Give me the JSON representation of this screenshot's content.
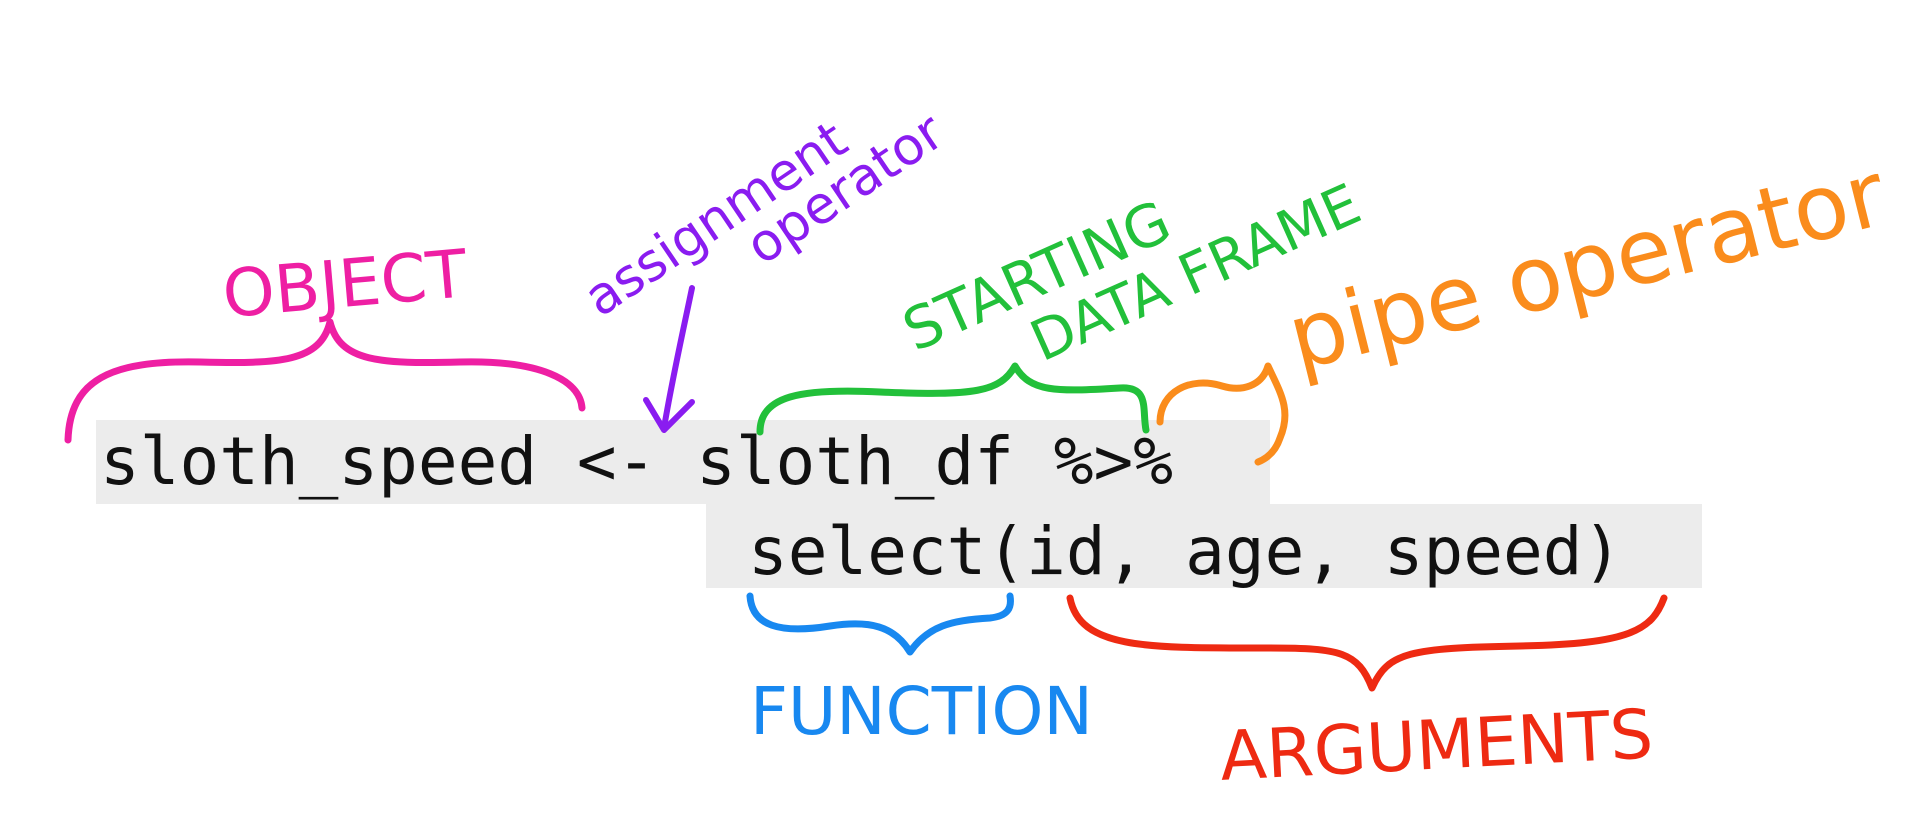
{
  "code": {
    "line1": {
      "object": "sloth_speed",
      "assign": "<-",
      "data": "sloth_df",
      "pipe": "%>%"
    },
    "line2": {
      "function": "select",
      "open_paren": "(",
      "arguments": "id, age, speed",
      "close_paren": ")"
    }
  },
  "labels": {
    "object": "OBJECT",
    "assignment_line1": "assignment",
    "assignment_line2": "operator",
    "starting_line1": "STARTING",
    "starting_line2": "DATA FRAME",
    "pipe": "pipe operator",
    "function": "FUNCTION",
    "arguments": "ARGUMENTS"
  },
  "colors": {
    "object": "#ee1fa3",
    "assignment": "#8a1cf0",
    "starting": "#22c03a",
    "pipe": "#fa8c1c",
    "function": "#1888f0",
    "arguments": "#ee2a12",
    "code_bg": "#ececec",
    "code_text": "#111111"
  }
}
